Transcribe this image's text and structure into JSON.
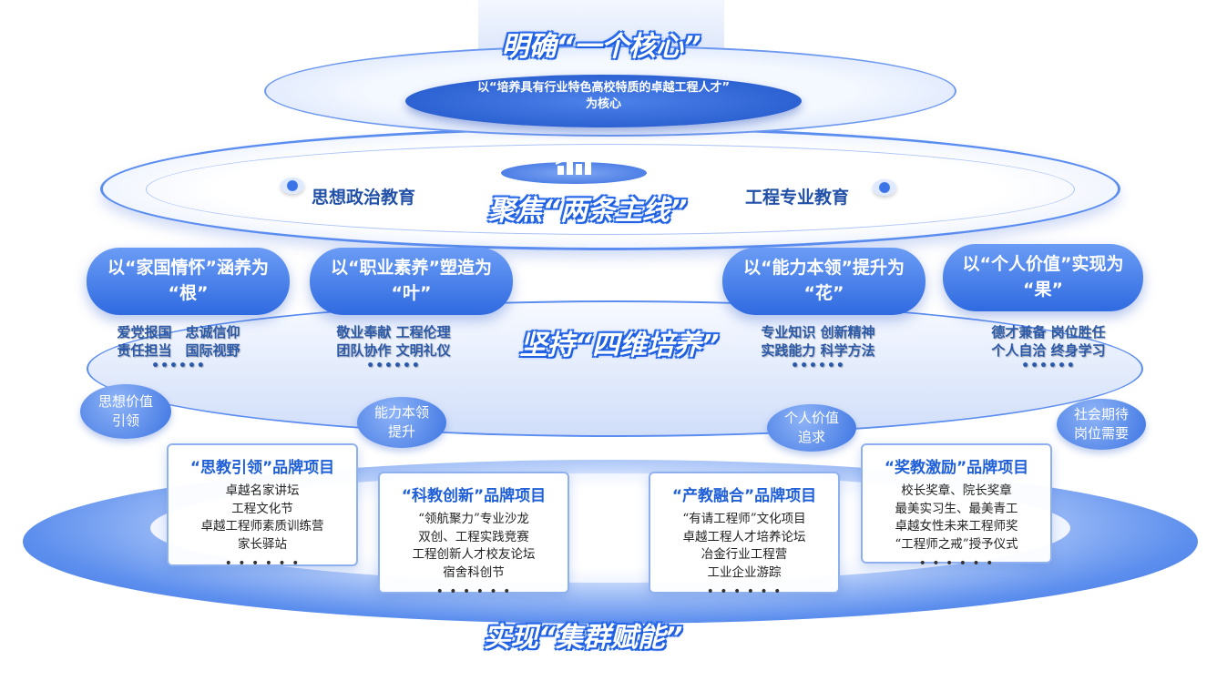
{
  "core": {
    "title": "明确“一个核心”",
    "line1": "以“培养具有行业特色高校特质的卓越工程人才”",
    "line2": "为核心"
  },
  "mainlines": {
    "title": "聚焦“两条主线”",
    "left": "思想政治教育",
    "right": "工程专业教育",
    "icon": "bar-chart-icon"
  },
  "four": {
    "title": "坚持“四维培养”",
    "pillars": [
      {
        "l1": "以“家国情怀”涵养为",
        "l2": "“根”",
        "t1": "爱党报国　忠诚信仰",
        "t2": "责任担当　国际视野",
        "dots": "••••••"
      },
      {
        "l1": "以“职业素养”塑造为",
        "l2": "“叶”",
        "t1": "敬业奉献 工程伦理",
        "t2": "团队协作 文明礼仪",
        "dots": "••••••"
      },
      {
        "l1": "以“能力本领”提升为",
        "l2": "“花”",
        "t1": "专业知识  创新精神",
        "t2": "实践能力  科学方法",
        "dots": "••••••"
      },
      {
        "l1": "以“个人价值”实现为",
        "l2": "“果”",
        "t1": "德才兼备  岗位胜任",
        "t2": "个人自洽  终身学习",
        "dots": "••••••"
      }
    ],
    "bubbles": [
      {
        "l1": "思想价值",
        "l2": "引领"
      },
      {
        "l1": "能力本领",
        "l2": "提升"
      },
      {
        "l1": "个人价值",
        "l2": "追求"
      },
      {
        "l1": "社会期待",
        "l2": "岗位需要"
      }
    ]
  },
  "cluster": {
    "title": "实现“集群赋能”",
    "cards": [
      {
        "title": "“思教引领”品牌项目",
        "items": [
          "卓越名家讲坛",
          "工程文化节",
          "卓越工程师素质训练营",
          "家长驿站"
        ],
        "dots": "• • • • • •"
      },
      {
        "title": "“科教创新”品牌项目",
        "items": [
          "“领航聚力”专业沙龙",
          "双创、工程实践竞赛",
          "工程创新人才校友论坛",
          "宿舍科创节"
        ],
        "dots": "• • • • • •"
      },
      {
        "title": "“产教融合”品牌项目",
        "items": [
          "“有请工程师”文化项目",
          "卓越工程人才培养论坛",
          "冶金行业工程营",
          "工业企业游踪"
        ],
        "dots": "• • • • • •"
      },
      {
        "title": "“奖教激励”品牌项目",
        "items": [
          "校长奖章、院长奖章",
          "最美实习生、最美青工",
          "卓越女性未来工程师奖",
          "“工程师之戒”授予仪式"
        ],
        "dots": "• • • • • •"
      }
    ]
  },
  "colors": {
    "accent": "#2f6ae0",
    "text": "#2c5aa8"
  }
}
